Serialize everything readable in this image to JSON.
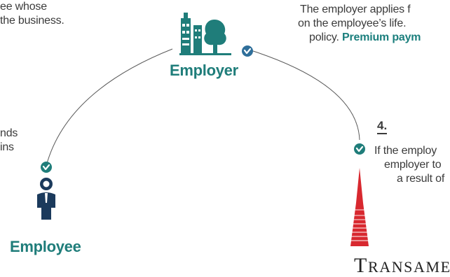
{
  "texts": {
    "left_line_1": "ee whose",
    "left_line_2": "the business.",
    "mid_line_1": "nds",
    "mid_line_2": "ins",
    "right_line_1": "The employer applies f",
    "right_line_2": "on the employee’s life.",
    "right_line_3_plain": "policy. ",
    "right_line_3_highlight": "Premium paym"
  },
  "roles": {
    "employer": "Employer",
    "employee": "Employee"
  },
  "step": {
    "number": "4.",
    "line_1": "If the employ",
    "line_2": "employer to",
    "line_3": "a result of"
  },
  "logo": {
    "first_letter": "T",
    "rest": "RANSAMERICA",
    "mark": "®"
  },
  "icons": {
    "employer_building": "building-tree-icon",
    "employee_person": "person-icon",
    "transamerica_pyramid": "pyramid-icon",
    "arrow_markers": "chevron-down-circle-icon"
  },
  "colors": {
    "teal": "#1f7d7a",
    "marker_blue": "#2f6f9a",
    "logo_red": "#d8282f",
    "text": "#3b3b3b"
  }
}
